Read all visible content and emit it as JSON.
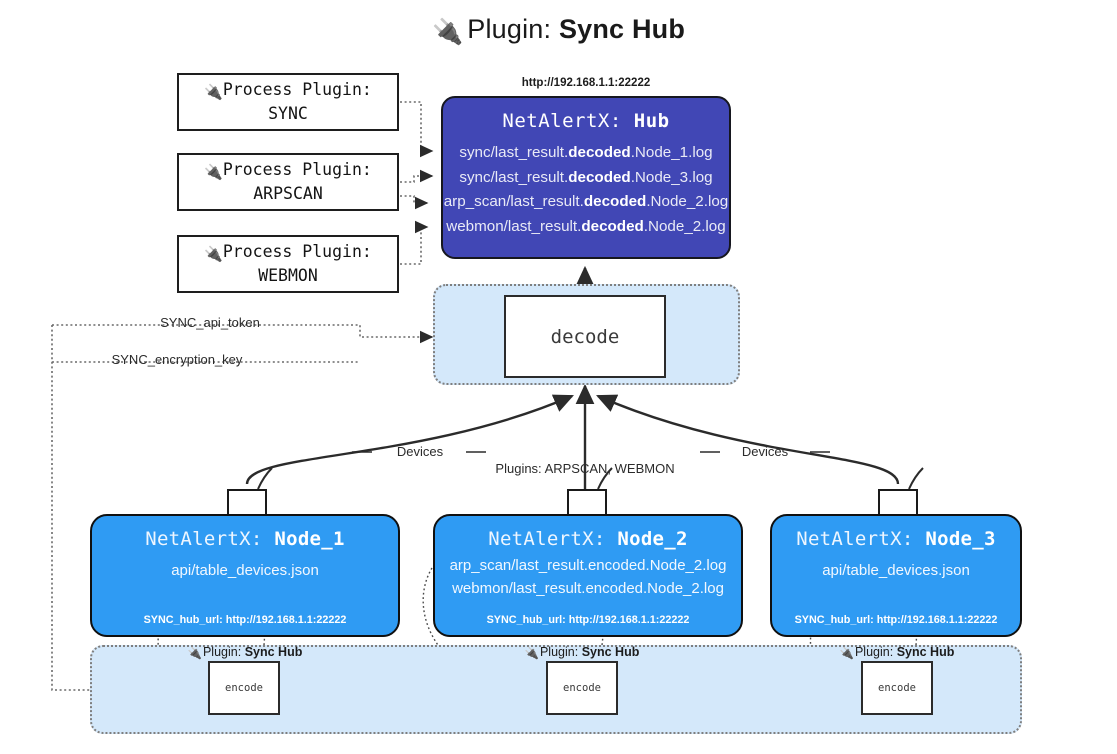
{
  "title": {
    "icon": "plug-icon",
    "prefix": "Plugin:",
    "name": "Sync Hub"
  },
  "process_plugins": [
    {
      "line1": "Process Plugin:",
      "line2": "SYNC",
      "icon": "plug-icon"
    },
    {
      "line1": "Process Plugin:",
      "line2": "ARPSCAN",
      "icon": "plug-icon"
    },
    {
      "line1": "Process Plugin:",
      "line2": "WEBMON",
      "icon": "plug-icon"
    }
  ],
  "hub": {
    "url": "http://192.168.1.1:22222",
    "title_prefix": "NetAlertX:",
    "title_name": "Hub",
    "logs": [
      {
        "pre": "sync/last_result.",
        "bold": "decoded",
        "post": ".Node_1.log"
      },
      {
        "pre": "sync/last_result.",
        "bold": "decoded",
        "post": ".Node_3.log"
      },
      {
        "pre": "arp_scan/last_result.",
        "bold": "decoded",
        "post": ".Node_2.log"
      },
      {
        "pre": "webmon/last_result.",
        "bold": "decoded",
        "post": ".Node_2.log"
      }
    ]
  },
  "decode": {
    "label": "decode"
  },
  "edge_labels": {
    "api_token": "SYNC_api_token",
    "encryption_key": "SYNC_encryption_key",
    "devices_left": "Devices",
    "devices_right": "Devices",
    "plugins": "Plugins: ARPSCAN, WEBMON"
  },
  "nodes": [
    {
      "title_prefix": "NetAlertX:",
      "title_name": "Node_1",
      "lines": [
        "api/table_devices.json"
      ],
      "footer": "SYNC_hub_url: http://192.168.1.1:22222",
      "mail_icon": "envelope-icon"
    },
    {
      "title_prefix": "NetAlertX:",
      "title_name": "Node_2",
      "lines": [
        "arp_scan/last_result.encoded.Node_2.log",
        "webmon/last_result.encoded.Node_2.log"
      ],
      "footer": "SYNC_hub_url: http://192.168.1.1:22222",
      "mail_icon": "envelope-icon"
    },
    {
      "title_prefix": "NetAlertX:",
      "title_name": "Node_3",
      "lines": [
        "api/table_devices.json"
      ],
      "footer": "SYNC_hub_url: http://192.168.1.1:22222",
      "mail_icon": "envelope-icon"
    }
  ],
  "encoders": [
    {
      "plugin_prefix": "Plugin:",
      "plugin_name": "Sync Hub",
      "label": "encode",
      "icon": "plug-icon"
    },
    {
      "plugin_prefix": "Plugin:",
      "plugin_name": "Sync Hub",
      "label": "encode",
      "icon": "plug-icon"
    },
    {
      "plugin_prefix": "Plugin:",
      "plugin_name": "Sync Hub",
      "label": "encode",
      "icon": "plug-icon"
    }
  ],
  "colors": {
    "hub": "#4147b5",
    "node": "#2f9bf3",
    "plugin_container": "#d4e8fa",
    "stroke": "#2b2b2b"
  }
}
